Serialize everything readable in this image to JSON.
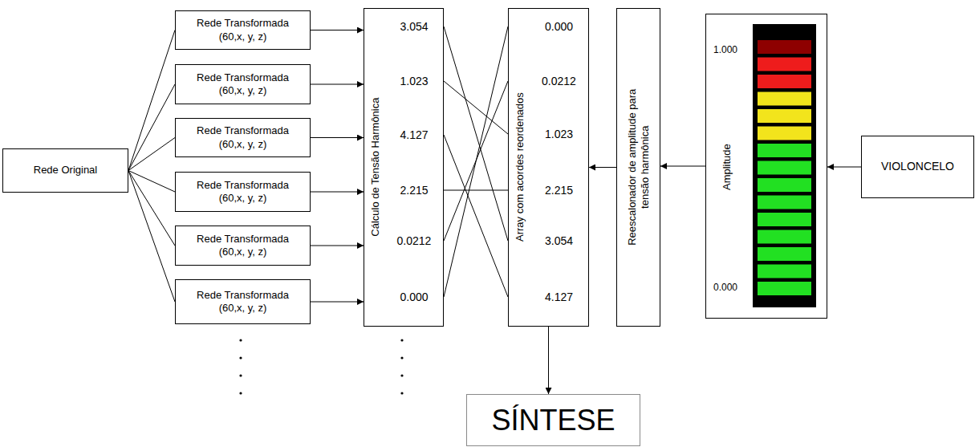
{
  "diagram": {
    "nodes": [
      {
        "text": [
          "Rede Original"
        ]
      },
      {
        "text": [
          "Rede Transformada (60,x, y, z)"
        ]
      },
      {
        "text": [
          "Rede Transformada (60,x, y, z)"
        ]
      },
      {
        "text": [
          "Rede Transformada (60,x, y, z)"
        ]
      },
      {
        "text": [
          "Rede Transformada (60,x, y, z)"
        ]
      },
      {
        "text": [
          "Rede Transformada (60,x, y, z)"
        ]
      },
      {
        "text": [
          "Rede Transformada (60,x, y, z)"
        ]
      },
      {
        "text": [
          "Cálculo de Tensão Harmônica",
          "3.054",
          "1.023",
          "4.127",
          "2.215",
          "0.0212",
          "0.000"
        ]
      },
      {
        "text": [
          "Array com acordes reordenados",
          "0.000",
          "0.0212",
          "1.023",
          "2.215",
          "3.054",
          "4.127"
        ]
      },
      {
        "text": [
          "Reescalonador de amplitude para tensão harmônica"
        ]
      },
      {
        "text": [
          "Amplitude",
          "1.000",
          "0.000"
        ]
      },
      {
        "text": [
          "VIOLONCELO"
        ]
      },
      {
        "text": [
          "SÍNTESE"
        ]
      }
    ],
    "edges": [
      {
        "from": 0,
        "to": 1,
        "arrow": "none"
      },
      {
        "from": 0,
        "to": 2,
        "arrow": "none"
      },
      {
        "from": 0,
        "to": 3,
        "arrow": "none"
      },
      {
        "from": 0,
        "to": 4,
        "arrow": "none"
      },
      {
        "from": 0,
        "to": 5,
        "arrow": "none"
      },
      {
        "from": 0,
        "to": 6,
        "arrow": "none"
      },
      {
        "from": 1,
        "to": 7,
        "arrow": "to"
      },
      {
        "from": 2,
        "to": 7,
        "arrow": "to"
      },
      {
        "from": 3,
        "to": 7,
        "arrow": "to"
      },
      {
        "from": 4,
        "to": 7,
        "arrow": "to"
      },
      {
        "from": 5,
        "to": 7,
        "arrow": "to"
      },
      {
        "from": 6,
        "to": 7,
        "arrow": "to"
      },
      {
        "from": 8,
        "to": 12,
        "arrow": "to"
      },
      {
        "from": 9,
        "to": 8,
        "arrow": "to"
      },
      {
        "from": 10,
        "to": 9,
        "arrow": "to"
      },
      {
        "from": 11,
        "to": 10,
        "arrow": "to"
      }
    ]
  }
}
